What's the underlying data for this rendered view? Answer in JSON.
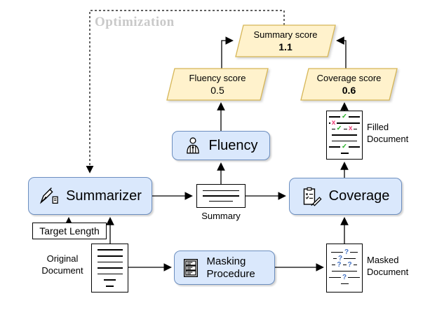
{
  "palette": {
    "node-fill": "#dae8fc",
    "node-border": "#6c8ebf",
    "score-fill": "#fff2cc",
    "score-border": "#d6b656",
    "check-color": "#2db22d",
    "cross-color": "#ee3e77",
    "question-color": "#4472c4",
    "optimization-color": "#c9c9c9"
  },
  "optimization": {
    "label": "Optimization"
  },
  "nodes": {
    "summarizer": {
      "label": "Summarizer",
      "icon": "pen-icon"
    },
    "fluency": {
      "label": "Fluency",
      "icon": "referee-icon"
    },
    "coverage": {
      "label": "Coverage",
      "icon": "checklist-icon"
    },
    "masking_procedure": {
      "label": "Masking Procedure",
      "icon": "list-icon"
    }
  },
  "scores": {
    "summary": {
      "label": "Summary score",
      "value": "1.1"
    },
    "fluency": {
      "label": "Fluency score",
      "value": "0.5"
    },
    "coverage": {
      "label": "Coverage score",
      "value": "0.6"
    }
  },
  "inputs": {
    "target_length_label": "Target Length"
  },
  "documents": {
    "original": {
      "label": "Original Document",
      "rows": [
        [
          "l"
        ],
        [
          "l"
        ],
        [
          "l"
        ],
        [
          "l"
        ],
        [
          "l"
        ],
        [
          "m"
        ],
        [
          "s"
        ]
      ]
    },
    "summary": {
      "label": "Summary",
      "rows": [
        [
          "l"
        ],
        [
          "l"
        ],
        [
          "m"
        ]
      ]
    },
    "filled": {
      "label": "Filled Document",
      "rows": [
        [
          "m",
          "c",
          "m"
        ],
        [
          "d",
          "x",
          "l"
        ],
        [
          "d",
          "c",
          "d",
          "x",
          "d"
        ],
        [
          "l"
        ],
        [
          "l"
        ],
        [
          "m",
          "c",
          "m"
        ],
        [
          "s"
        ]
      ]
    },
    "masked": {
      "label": "Masked Document",
      "rows": [
        [
          "m",
          "q",
          "s"
        ],
        [
          "d",
          "q",
          "m"
        ],
        [
          "d",
          "q",
          "d",
          "q",
          "d"
        ],
        [
          "l"
        ],
        [
          "m",
          "q",
          "m"
        ],
        [
          "s"
        ]
      ]
    }
  },
  "marks": {
    "check": "✓",
    "cross": "x",
    "question": "?"
  }
}
